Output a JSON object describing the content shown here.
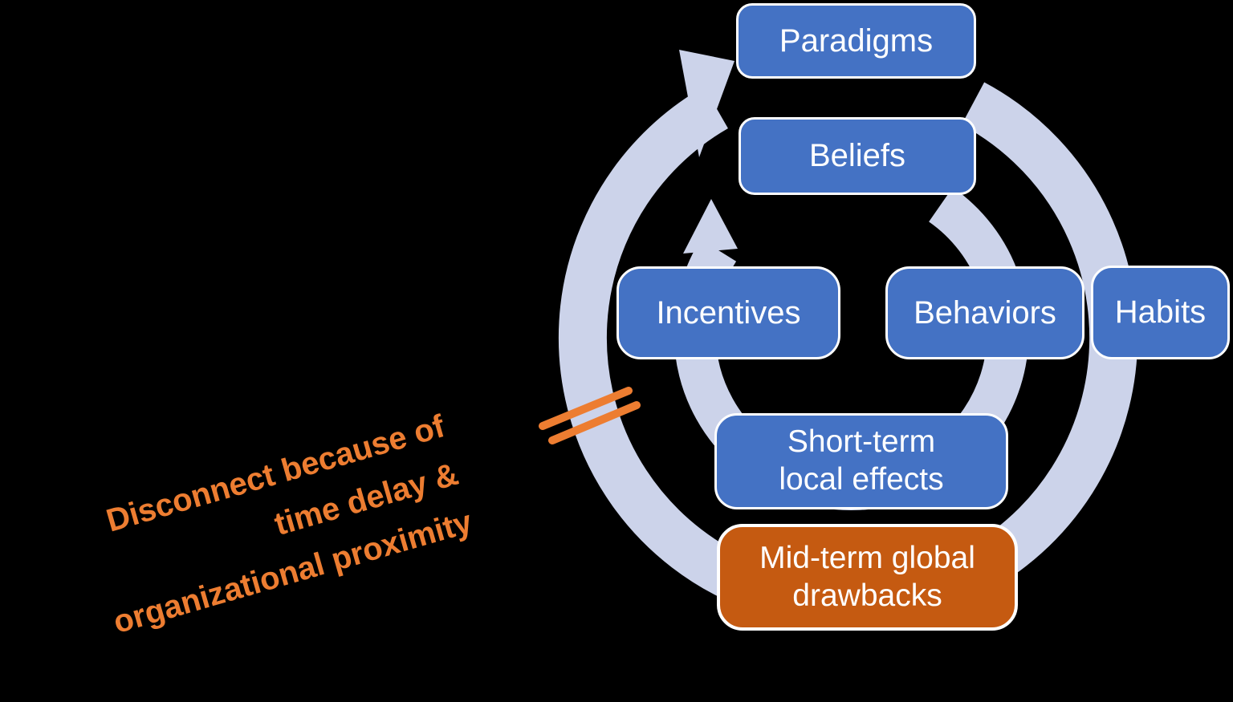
{
  "diagram": {
    "nodes": {
      "paradigms": {
        "label": "Paradigms"
      },
      "beliefs": {
        "label": "Beliefs"
      },
      "incentives": {
        "label": "Incentives"
      },
      "behaviors": {
        "label": "Behaviors"
      },
      "habits": {
        "label": "Habits"
      },
      "short_term": {
        "line1": "Short-term",
        "line2": "local effects"
      },
      "mid_term": {
        "line1": "Mid-term global",
        "line2": "drawbacks"
      }
    },
    "annotation": {
      "line1": "Disconnect because of",
      "line2": "time delay &",
      "line3": "organizational proximity"
    },
    "icons": {
      "outer_loop": "circular-arrow-clockwise-large",
      "inner_loop": "circular-arrow-clockwise-small",
      "disconnect": "double-slash-break-marks"
    },
    "colors": {
      "node_blue": "#4472C4",
      "node_orange": "#C55A11",
      "accent_orange": "#ED7D31",
      "loop_arrow": "#CCD3EA",
      "node_border": "#FFFFFF",
      "text": "#FFFFFF",
      "background": "#000000"
    }
  }
}
